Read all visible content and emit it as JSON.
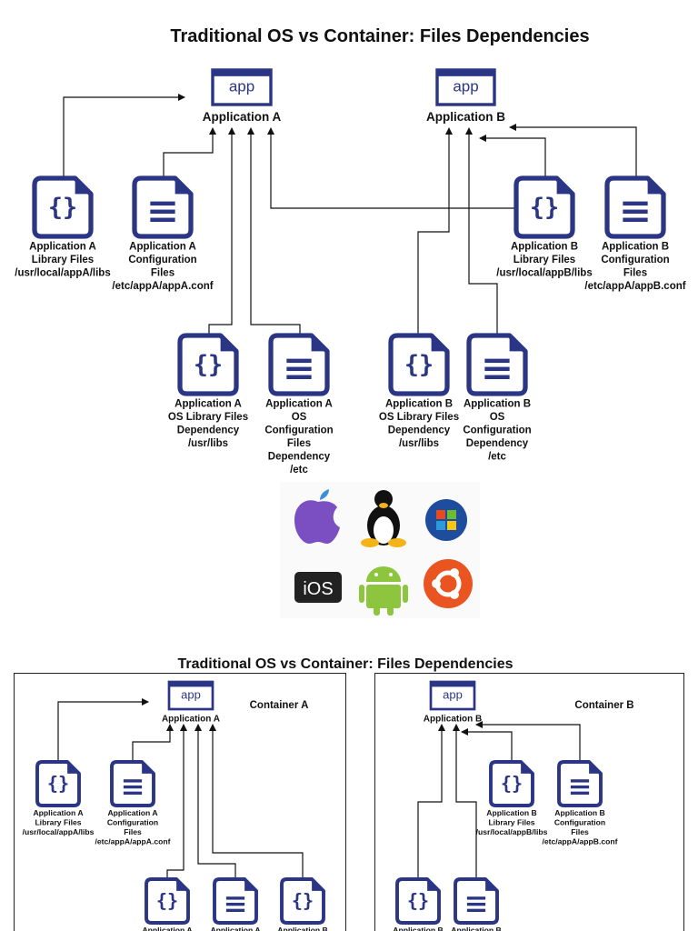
{
  "colors": {
    "icon": "#2b3585",
    "line": "#111111"
  },
  "top": {
    "title": "Traditional OS vs Container: Files Dependencies",
    "apps": [
      {
        "icon_text": "app",
        "label": "Application A"
      },
      {
        "icon_text": "app",
        "label": "Application B"
      }
    ],
    "files": [
      {
        "icon": "code-file-icon",
        "lines": [
          "Application A",
          "Library Files",
          "/usr/local/appA/libs"
        ]
      },
      {
        "icon": "text-file-icon",
        "lines": [
          "Application A",
          "Configuration",
          "Files",
          "/etc/appA/appA.conf"
        ]
      },
      {
        "icon": "code-file-icon",
        "lines": [
          "Application B",
          "Library Files",
          "/usr/local/appB/libs"
        ]
      },
      {
        "icon": "text-file-icon",
        "lines": [
          "Application B",
          "Configuration",
          "Files",
          "/etc/appA/appB.conf"
        ]
      },
      {
        "icon": "code-file-icon",
        "lines": [
          "Application A",
          "OS Library Files",
          "Dependency",
          "/usr/libs"
        ]
      },
      {
        "icon": "text-file-icon",
        "lines": [
          "Application A",
          "OS",
          "Configuration",
          "Files",
          "Dependency",
          "/etc"
        ]
      },
      {
        "icon": "code-file-icon",
        "lines": [
          "Application B",
          "OS Library Files",
          "Dependency",
          "/usr/libs"
        ]
      },
      {
        "icon": "text-file-icon",
        "lines": [
          "Application B",
          "OS",
          "Configuration",
          "Dependency",
          "/etc"
        ]
      }
    ],
    "os_logos": [
      "apple-logo",
      "linux-tux-logo",
      "windows-logo",
      "ios-logo",
      "android-logo",
      "ubuntu-logo"
    ],
    "ios_text": "iOS"
  },
  "bottom": {
    "title": "Traditional OS vs Container: Files Dependencies",
    "containers": [
      {
        "label": "Container A",
        "app_icon_text": "app",
        "app_label": "Application A"
      },
      {
        "label": "Container B",
        "app_icon_text": "app",
        "app_label": "Application B"
      }
    ],
    "files": [
      {
        "icon": "code-file-icon",
        "lines": [
          "Application A",
          "Library Files",
          "/usr/local/appA/libs"
        ]
      },
      {
        "icon": "text-file-icon",
        "lines": [
          "Application A",
          "Configuration",
          "Files",
          "/etc/appA/appA.conf"
        ]
      },
      {
        "icon": "code-file-icon",
        "lines": [
          "Application A"
        ]
      },
      {
        "icon": "text-file-icon",
        "lines": [
          "Application A"
        ]
      },
      {
        "icon": "code-file-icon",
        "lines": [
          "Application B"
        ]
      },
      {
        "icon": "code-file-icon",
        "lines": [
          "Application B",
          "Library Files",
          "/usr/local/appB/libs"
        ]
      },
      {
        "icon": "text-file-icon",
        "lines": [
          "Application B",
          "Configuration",
          "Files",
          "/etc/appA/appB.conf"
        ]
      },
      {
        "icon": "code-file-icon",
        "lines": [
          "Application B"
        ]
      },
      {
        "icon": "text-file-icon",
        "lines": [
          "Application B"
        ]
      }
    ]
  }
}
